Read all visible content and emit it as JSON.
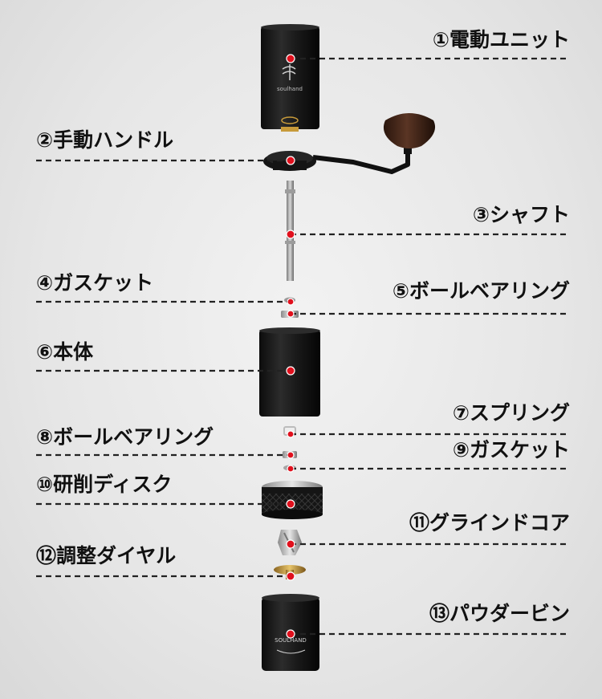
{
  "parts": [
    {
      "id": "p1",
      "label": "①電動ユニット"
    },
    {
      "id": "p2",
      "label": "②手動ハンドル"
    },
    {
      "id": "p3",
      "label": "③シャフト"
    },
    {
      "id": "p4",
      "label": "④ガスケット"
    },
    {
      "id": "p5",
      "label": "⑤ボールベアリング"
    },
    {
      "id": "p6",
      "label": "⑥本体"
    },
    {
      "id": "p7",
      "label": "⑦スプリング"
    },
    {
      "id": "p8",
      "label": "⑧ボールベアリング"
    },
    {
      "id": "p9",
      "label": "⑨ガスケット"
    },
    {
      "id": "p10",
      "label": "⑩研削ディスク"
    },
    {
      "id": "p11",
      "label": "⑪グラインドコア"
    },
    {
      "id": "p12",
      "label": "⑫調整ダイヤル"
    },
    {
      "id": "p13",
      "label": "⑬パウダービン"
    }
  ],
  "brand": {
    "motor_text": "soulhand",
    "bin_text": "SOULHAND"
  },
  "colors": {
    "marker": "#e0101d",
    "metal_dark": "#1c1c1c",
    "wood": "#4a2b1c",
    "brass": "#c79a3a"
  }
}
